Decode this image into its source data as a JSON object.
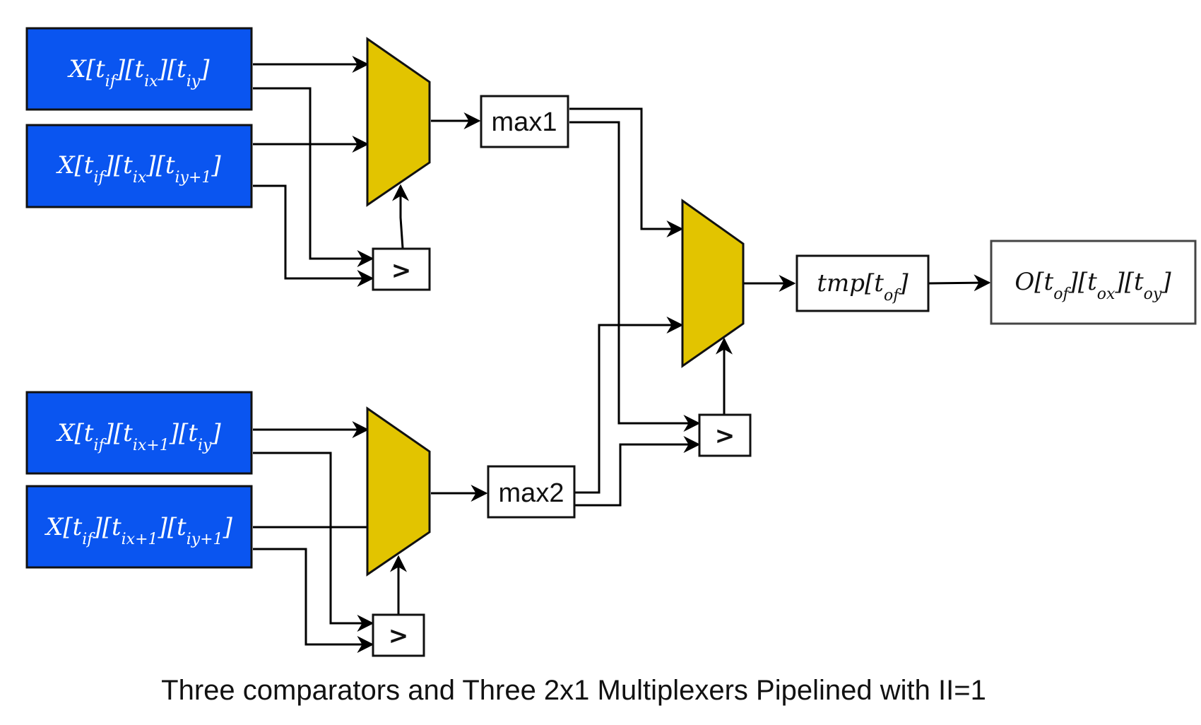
{
  "inputs": {
    "x1": "X[t_{if}][t_{ix}][t_{iy}]",
    "x2": "X[t_{if}][t_{ix}][t_{iy+1}]",
    "x3": "X[t_{if}][t_{ix+1}][t_{iy}]",
    "x4": "X[t_{if}][t_{ix+1}][t_{iy+1}]"
  },
  "registers": {
    "max1": "max1",
    "max2": "max2",
    "tmp": "tmp[t_{of}]"
  },
  "output": "O[t_{of}][t_{ox}][t_{oy}]",
  "comparator_symbol": ">",
  "caption": "Three comparators and Three 2x1 Multiplexers Pipelined with II=1",
  "colors": {
    "input_fill": "#0a55f0",
    "mux_fill": "#e2c400"
  }
}
